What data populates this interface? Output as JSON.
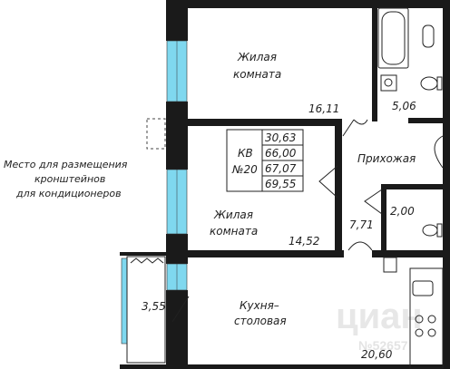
{
  "rooms": {
    "living_room_1": {
      "line1": "Жилая",
      "line2": "комната",
      "area": "16,11"
    },
    "living_room_2": {
      "line1": "Жилая",
      "line2": "комната",
      "area": "14,52"
    },
    "kitchen": {
      "line1": "Кухня–",
      "line2": "столовая",
      "area": "20,60"
    },
    "hallway": {
      "label": "Прихожая",
      "area": "7,71"
    },
    "bathroom": {
      "area": "5,06"
    },
    "wc": {
      "area": "2,00"
    },
    "balcony": {
      "area": "3,55"
    }
  },
  "apartment": {
    "kv_label": "КВ",
    "number": "№20",
    "areas": [
      "30,63",
      "66,00",
      "67,07",
      "69,55"
    ]
  },
  "ac_note": {
    "line1": "Место для размещения",
    "line2": "кронштейнов",
    "line3": "для кондиционеров"
  },
  "watermark": {
    "brand": "циан",
    "id": "№52657"
  },
  "colors": {
    "wall": "#1a1a1a",
    "window": "#7fd8ef",
    "line": "#222222"
  }
}
